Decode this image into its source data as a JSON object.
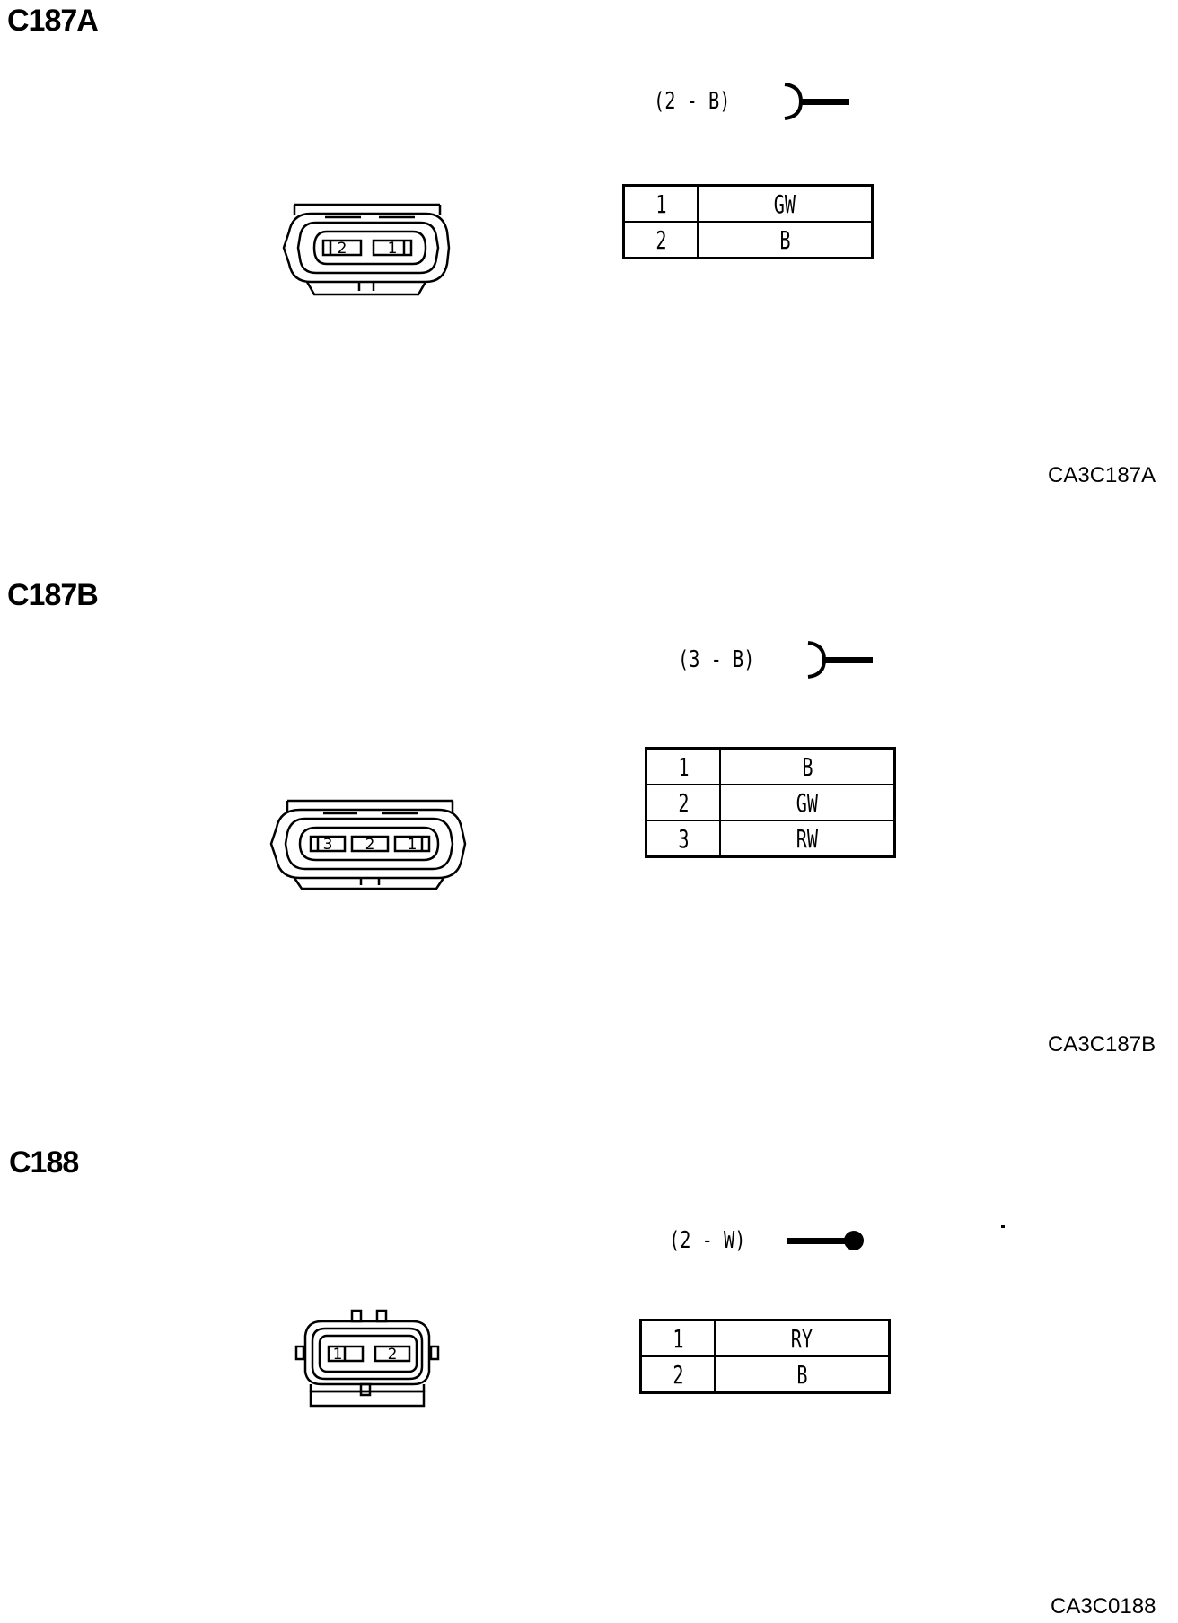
{
  "sections": [
    {
      "title": "C187A",
      "terminal_spec": "(2 - B)",
      "terminal_icon": "female-terminal-icon",
      "connector_pins": [
        "2",
        "1"
      ],
      "pins": [
        {
          "pin": "1",
          "color": "GW"
        },
        {
          "pin": "2",
          "color": "B"
        }
      ],
      "code": "CA3C187A"
    },
    {
      "title": "C187B",
      "terminal_spec": "(3 - B)",
      "terminal_icon": "female-terminal-icon",
      "connector_pins": [
        "3",
        "2",
        "1"
      ],
      "pins": [
        {
          "pin": "1",
          "color": "B"
        },
        {
          "pin": "2",
          "color": "GW"
        },
        {
          "pin": "3",
          "color": "RW"
        }
      ],
      "code": "CA3C187B"
    },
    {
      "title": "C188",
      "terminal_spec": "(2 - W)",
      "terminal_icon": "male-terminal-icon",
      "connector_pins": [
        "1",
        "2"
      ],
      "pins": [
        {
          "pin": "1",
          "color": "RY"
        },
        {
          "pin": "2",
          "color": "B"
        }
      ],
      "code": "CA3C0188"
    }
  ]
}
